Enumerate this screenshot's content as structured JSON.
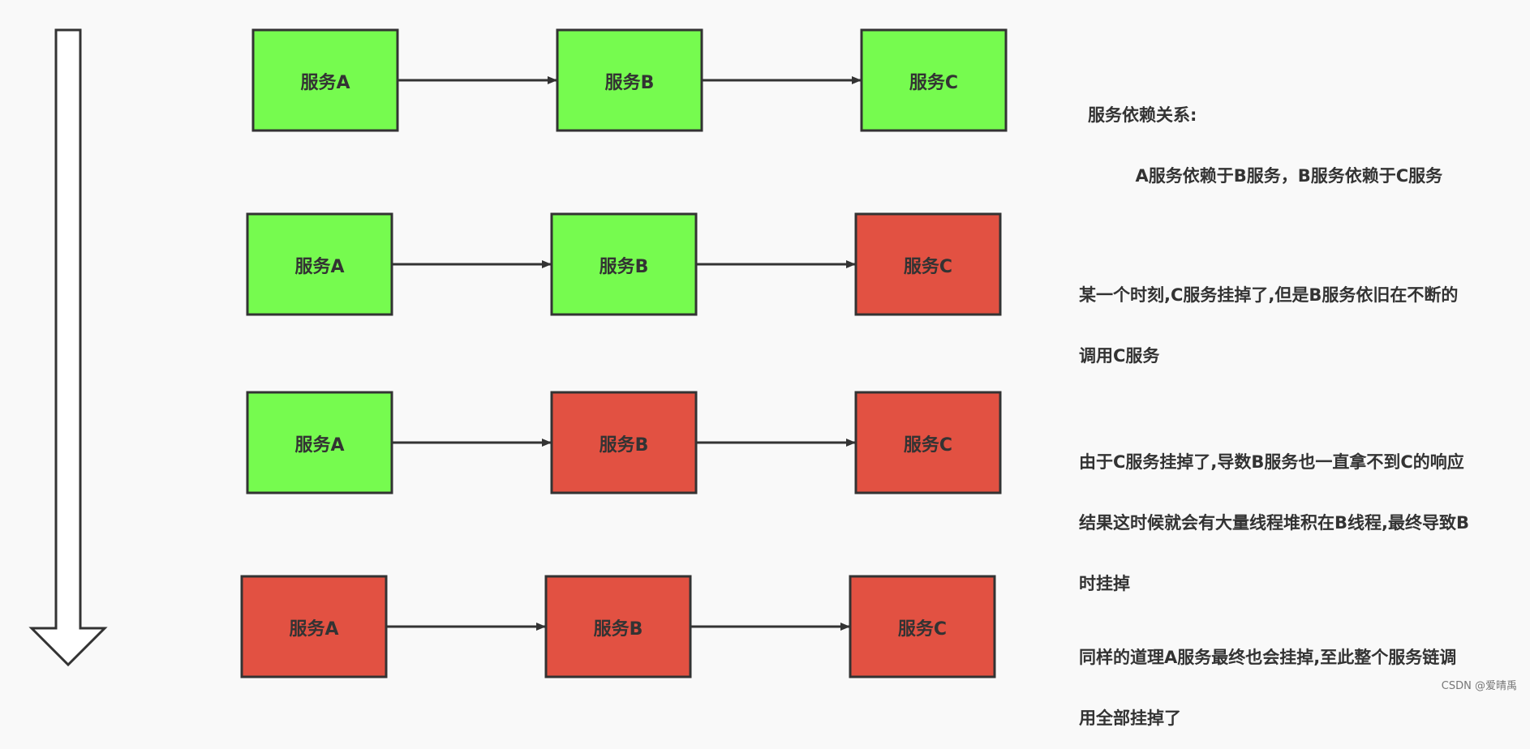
{
  "colors": {
    "ok": "#76fb4f",
    "failed": "#e25142",
    "stroke": "#333333",
    "background": "#f9f9f9"
  },
  "rows": [
    {
      "boxes": [
        {
          "label": "服务A",
          "status": "ok"
        },
        {
          "label": "服务B",
          "status": "ok"
        },
        {
          "label": "服务C",
          "status": "ok"
        }
      ],
      "note": [
        "服务依赖关系:",
        "        A服务依赖于B服务，B服务依赖于C服务"
      ]
    },
    {
      "boxes": [
        {
          "label": "服务A",
          "status": "ok"
        },
        {
          "label": "服务B",
          "status": "ok"
        },
        {
          "label": "服务C",
          "status": "failed"
        }
      ],
      "note": [
        "某一个时刻,C服务挂掉了,但是B服务依旧在不断的",
        "调用C服务"
      ]
    },
    {
      "boxes": [
        {
          "label": "服务A",
          "status": "ok"
        },
        {
          "label": "服务B",
          "status": "failed"
        },
        {
          "label": "服务C",
          "status": "failed"
        }
      ],
      "note": [
        "由于C服务挂掉了,导数B服务也一直拿不到C的响应",
        "结果这时候就会有大量线程堆积在B线程,最终导致B",
        "时挂掉"
      ]
    },
    {
      "boxes": [
        {
          "label": "服务A",
          "status": "failed"
        },
        {
          "label": "服务B",
          "status": "failed"
        },
        {
          "label": "服务C",
          "status": "failed"
        }
      ],
      "note": [
        "同样的道理A服务最终也会挂掉,至此整个服务链调",
        "用全部挂掉了"
      ]
    }
  ],
  "watermark": "CSDN @爱晴禹"
}
